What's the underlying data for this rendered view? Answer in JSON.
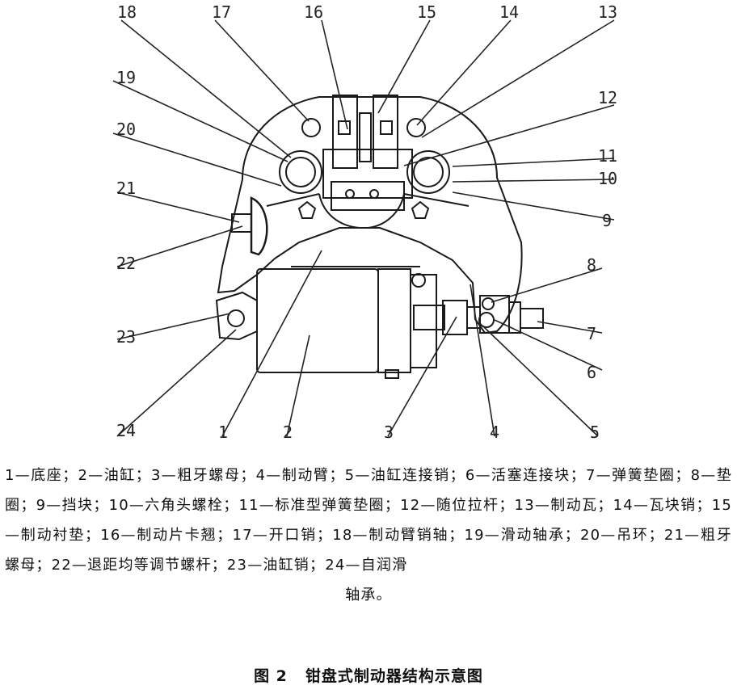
{
  "callouts": [
    {
      "n": "18"
    },
    {
      "n": "17"
    },
    {
      "n": "16"
    },
    {
      "n": "15"
    },
    {
      "n": "14"
    },
    {
      "n": "13"
    },
    {
      "n": "19"
    },
    {
      "n": "12"
    },
    {
      "n": "20"
    },
    {
      "n": "11"
    },
    {
      "n": "10"
    },
    {
      "n": "21"
    },
    {
      "n": "9"
    },
    {
      "n": "22"
    },
    {
      "n": "8"
    },
    {
      "n": "23"
    },
    {
      "n": "7"
    },
    {
      "n": "6"
    },
    {
      "n": "24"
    },
    {
      "n": "1"
    },
    {
      "n": "2"
    },
    {
      "n": "3"
    },
    {
      "n": "4"
    },
    {
      "n": "5"
    }
  ],
  "legend": {
    "body": "1—底座；2—油缸；3—粗牙螺母；4—制动臂；5—油缸连接销；6—活塞连接块；7—弹簧垫圈；8—垫圈；9—挡块；10—六角头螺栓；11—标准型弹簧垫圈；12—随位拉杆；13—制动瓦；14—瓦块销；15—制动衬垫；16—制动片卡翘；17—开口销；18—制动臂销轴；19—滑动轴承；20—吊环；21—粗牙螺母；22—退距均等调节螺杆；23—油缸销；24—自润滑",
    "tail": "轴承。"
  },
  "caption": {
    "label": "图 2",
    "title": "钳盘式制动器结构示意图"
  }
}
